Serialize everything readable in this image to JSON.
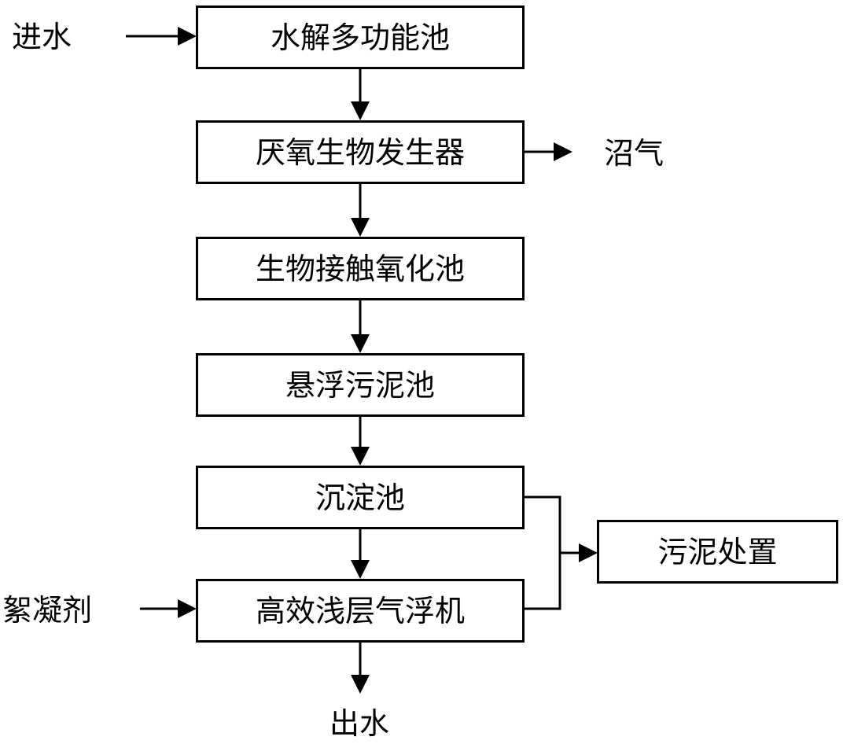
{
  "nodes": {
    "hydrolysis": "水解多功能池",
    "anaerobic": "厌氧生物发生器",
    "contact_oxidation": "生物接触氧化池",
    "suspended_sludge": "悬浮污泥池",
    "sedimentation": "沉淀池",
    "flotation": "高效浅层气浮机",
    "sludge_disposal": "污泥处置"
  },
  "labels": {
    "inflow": "进水",
    "biogas": "沼气",
    "flocculant": "絮凝剂",
    "outflow": "出水"
  },
  "colors": {
    "line": "#000000",
    "background": "#ffffff"
  }
}
